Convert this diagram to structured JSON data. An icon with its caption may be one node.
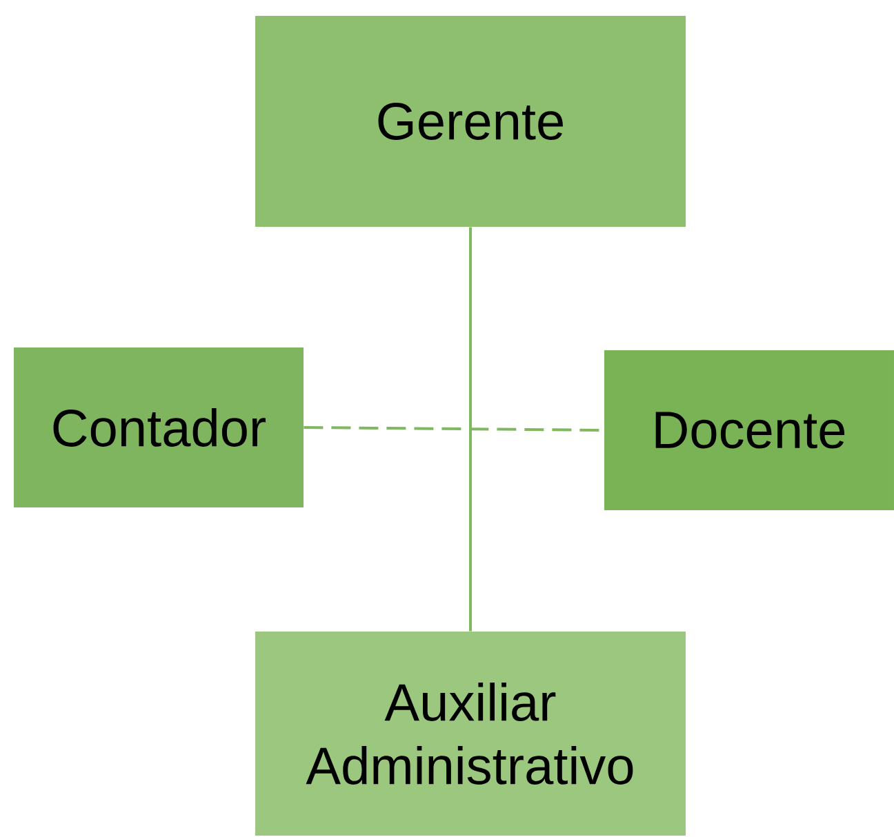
{
  "diagram": {
    "nodes": [
      {
        "text": [
          "Gerente"
        ]
      },
      {
        "text": [
          "Contador"
        ]
      },
      {
        "text": [
          "Docente"
        ]
      },
      {
        "text": [
          "Auxiliar Administrativo"
        ]
      }
    ],
    "edges": [
      {
        "from": 0,
        "to": 3,
        "arrow": "none"
      },
      {
        "from": 1,
        "to": 2,
        "arrow": "none",
        "style": "dashed"
      }
    ]
  }
}
